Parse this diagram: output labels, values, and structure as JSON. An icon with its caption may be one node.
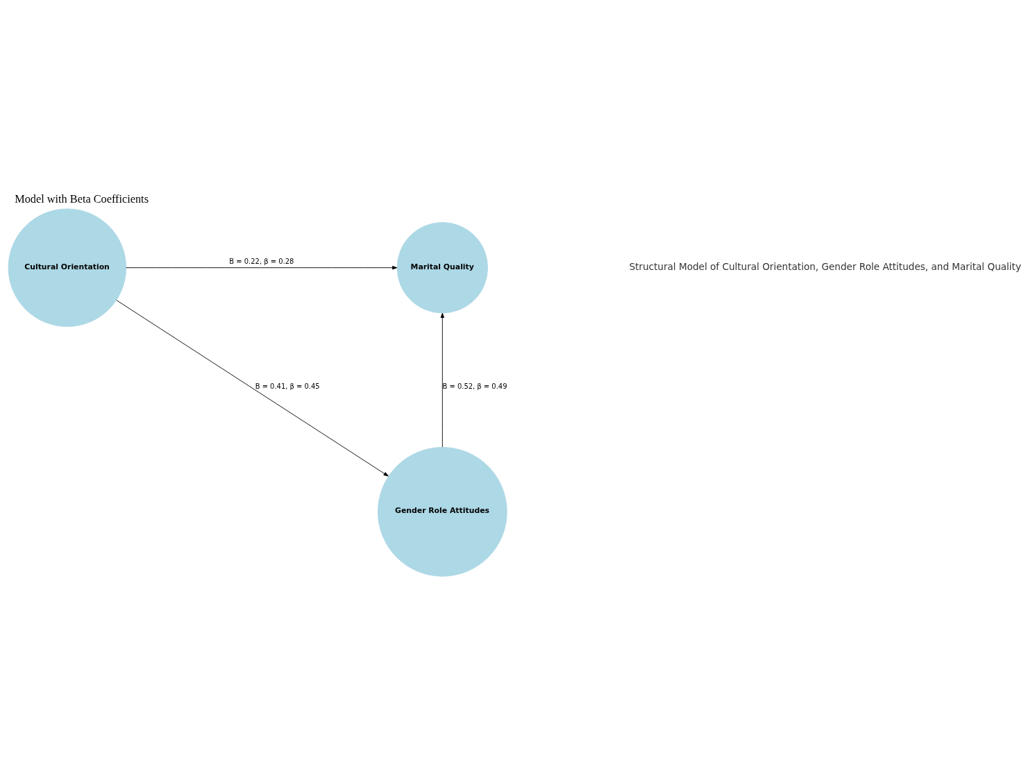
{
  "diagram": {
    "title": "Model with Beta Coefficients",
    "nodes": [
      {
        "text": [
          "Cultural Orientation"
        ]
      },
      {
        "text": [
          "Gender Role Attitudes"
        ]
      },
      {
        "text": [
          "Marital Quality"
        ]
      }
    ],
    "edges": [
      {
        "from": 0,
        "to": 1,
        "arrow": "to",
        "label": "B = 0.41, β = 0.45"
      },
      {
        "from": 1,
        "to": 2,
        "arrow": "to",
        "label": "B = 0.52, β = 0.49"
      },
      {
        "from": 0,
        "to": 2,
        "arrow": "to",
        "label": "B = 0.22, β = 0.28"
      }
    ],
    "labels": [
      "Structural Model of Cultural Orientation, Gender Role Attitudes, and Marital Quality"
    ]
  }
}
